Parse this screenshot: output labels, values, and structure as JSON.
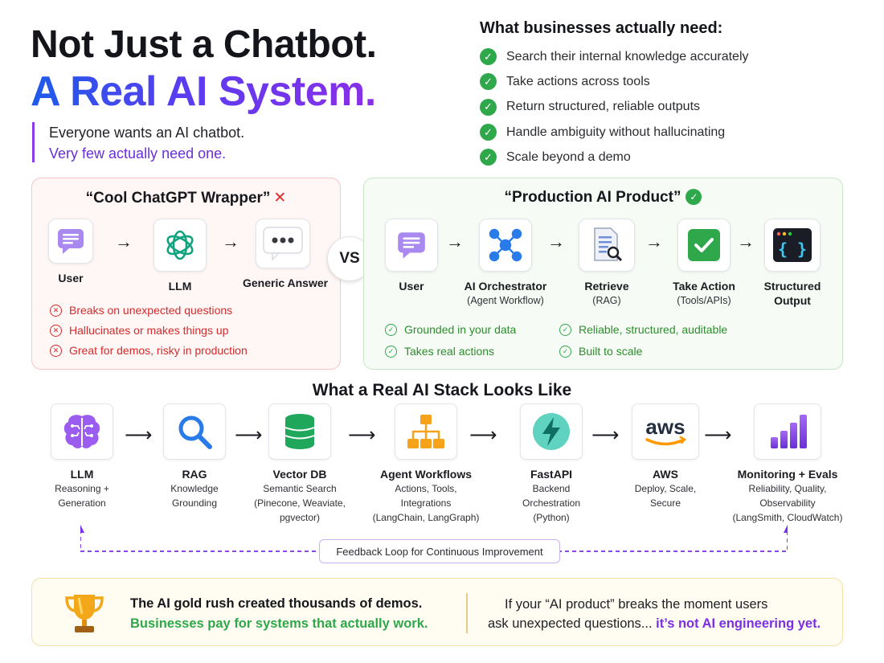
{
  "header": {
    "title_line1": "Not Just a Chatbot.",
    "title_line2": "A Real AI System.",
    "intro_line1": "Everyone wants an AI chatbot.",
    "intro_line2": "Very few actually need one."
  },
  "needs": {
    "heading": "What businesses actually need:",
    "items": [
      "Search their internal knowledge accurately",
      "Take actions across tools",
      "Return structured, reliable outputs",
      "Handle ambiguity without hallucinating",
      "Scale beyond a demo"
    ]
  },
  "wrapper_panel": {
    "title": "“Cool ChatGPT Wrapper”",
    "mark": "✕",
    "nodes": [
      {
        "label": "User",
        "icon": "chat-bubble-icon"
      },
      {
        "label": "LLM",
        "icon": "openai-logo-icon"
      },
      {
        "label": "Generic Answer",
        "icon": "ellipsis-bubble-icon"
      }
    ],
    "bullets": [
      "Breaks on unexpected questions",
      "Hallucinates or makes things up",
      "Great for demos, risky in production"
    ]
  },
  "vs_label": "VS",
  "product_panel": {
    "title": "“Production AI Product”",
    "nodes": [
      {
        "label": "User",
        "sub": "",
        "icon": "chat-bubble-icon"
      },
      {
        "label": "AI Orchestrator",
        "sub": "(Agent Workflow)",
        "icon": "network-icon"
      },
      {
        "label": "Retrieve",
        "sub": "(RAG)",
        "icon": "document-search-icon"
      },
      {
        "label": "Take Action",
        "sub": "(Tools/APIs)",
        "icon": "check-tile-icon"
      },
      {
        "label": "Structured",
        "sub": "Output",
        "icon": "code-window-icon"
      }
    ],
    "bullets": [
      "Grounded in your data",
      "Reliable, structured, auditable",
      "Takes real actions",
      "Built to scale"
    ]
  },
  "stack": {
    "title": "What a Real AI Stack Looks Like",
    "nodes": [
      {
        "label": "LLM",
        "sub1": "Reasoning +",
        "sub2": "Generation",
        "sub3": "",
        "sub4": "",
        "icon": "brain-icon"
      },
      {
        "label": "RAG",
        "sub1": "Knowledge",
        "sub2": "Grounding",
        "sub3": "",
        "sub4": "",
        "icon": "magnifier-icon"
      },
      {
        "label": "Vector DB",
        "sub1": "Semantic Search",
        "sub2": "(Pinecone, Weaviate,",
        "sub3": "pgvector)",
        "sub4": "",
        "icon": "database-icon"
      },
      {
        "label": "Agent Workflows",
        "sub1": "Actions, Tools,",
        "sub2": "Integrations",
        "sub3": "(LangChain, LangGraph)",
        "sub4": "",
        "icon": "flowchart-icon"
      },
      {
        "label": "FastAPI",
        "sub1": "Backend",
        "sub2": "Orchestration",
        "sub3": "(Python)",
        "sub4": "",
        "icon": "lightning-icon"
      },
      {
        "label": "AWS",
        "sub1": "Deploy, Scale,",
        "sub2": "Secure",
        "sub3": "",
        "sub4": "",
        "icon": "aws-logo-icon"
      },
      {
        "label": "Monitoring + Evals",
        "sub1": "Reliability, Quality,",
        "sub2": "Observability",
        "sub3": "(LangSmith, CloudWatch)",
        "sub4": "",
        "icon": "bar-chart-icon"
      }
    ],
    "aws_wordmark": "aws",
    "feedback_label": "Feedback Loop for Continuous Improvement"
  },
  "footer": {
    "line1": "The AI gold rush created thousands of demos.",
    "line2": "Businesses pay for systems that actually work.",
    "line3": "If your “AI product” breaks the moment users",
    "line4_plain": "ask unexpected questions... ",
    "line4_highlight": "it’s not AI engineering yet.",
    "icon": "trophy-icon"
  },
  "colors": {
    "accent_purple": "#7b2fe6",
    "accent_blue": "#1e5bea",
    "success_green": "#2ea84a",
    "error_red": "#d42b2b"
  }
}
